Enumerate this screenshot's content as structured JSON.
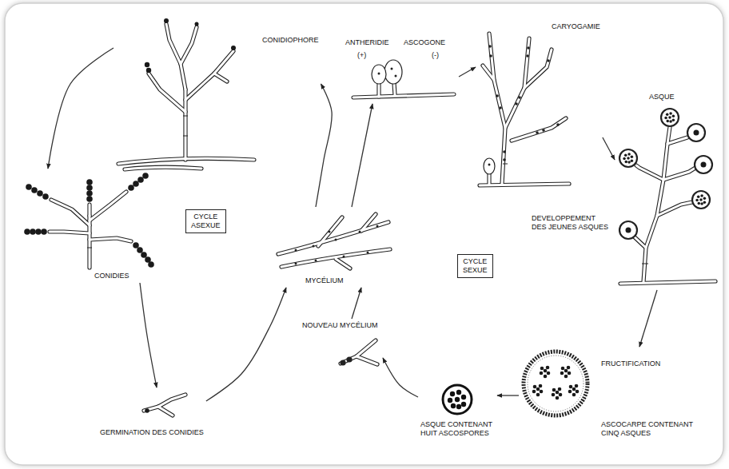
{
  "diagram": {
    "nodes": [
      {
        "text": [
          "CONIDIOPHORE"
        ]
      },
      {
        "text": [
          "ANTHERIDIE",
          "(+)",
          "ASCOGONE",
          "(-)"
        ]
      },
      {
        "text": [
          "CARYOGAMIE"
        ]
      },
      {
        "text": [
          "ASQUE"
        ]
      },
      {
        "text": [
          "CYCLE ASEXUE"
        ]
      },
      {
        "text": [
          "MYCÉLIUM"
        ]
      },
      {
        "text": [
          "CYCLE SEXUE"
        ]
      },
      {
        "text": [
          "CONIDIES"
        ]
      },
      {
        "text": [
          "NOUVEAU MYCÉLIUM"
        ]
      },
      {
        "text": [
          "FRUCTIFICATION",
          "ASCOCARPE CONTENANT CINQ ASQUES"
        ]
      },
      {
        "text": [
          "GERMINATION DES CONIDIES"
        ]
      },
      {
        "text": [
          "ASQUE CONTENANT HUIT ASCOSPORES"
        ]
      }
    ],
    "edges": [
      {
        "from": 5,
        "to": 0,
        "arrow": "to"
      },
      {
        "from": 0,
        "to": 7,
        "arrow": "to"
      },
      {
        "from": 7,
        "to": 10,
        "arrow": "to"
      },
      {
        "from": 10,
        "to": 5,
        "arrow": "to"
      },
      {
        "from": 5,
        "to": 1,
        "arrow": "to"
      },
      {
        "from": 1,
        "to": 2,
        "arrow": "to"
      },
      {
        "from": 2,
        "to": 3,
        "arrow": "to"
      },
      {
        "from": 3,
        "to": 9,
        "arrow": "to"
      },
      {
        "from": 9,
        "to": 11,
        "arrow": "to"
      },
      {
        "from": 11,
        "to": 8,
        "arrow": "to"
      },
      {
        "from": 8,
        "to": 5,
        "arrow": "to"
      }
    ],
    "labels": [
      "DEVELOPPEMENT DES JEUNES ASQUES"
    ]
  }
}
